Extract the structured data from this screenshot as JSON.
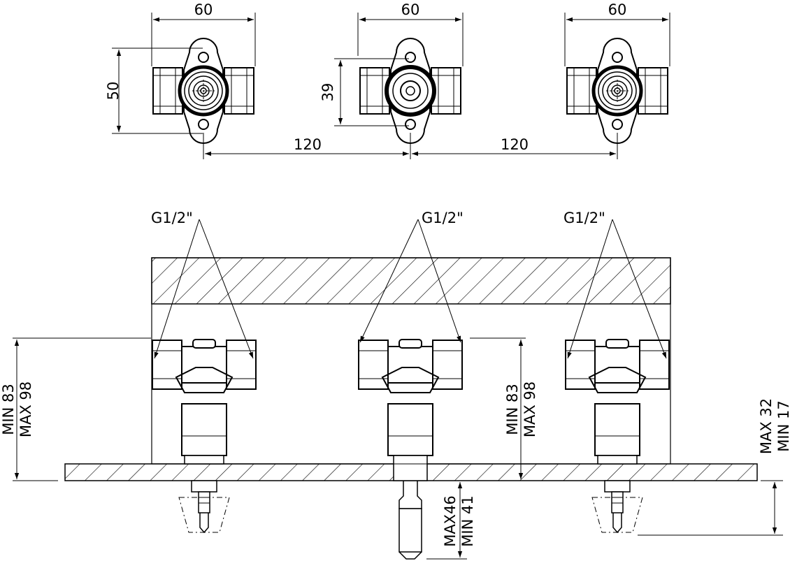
{
  "top_view": {
    "units": [
      {
        "width": "60"
      },
      {
        "width": "60"
      },
      {
        "width": "60"
      }
    ],
    "height_left": "50",
    "height_mid": "39",
    "spacing_1": "120",
    "spacing_2": "120"
  },
  "section_view": {
    "thread_labels": [
      "G1/2\"",
      "G1/2\"",
      "G1/2\""
    ],
    "left_dim": [
      "MIN 83",
      "MAX 98"
    ],
    "mid_dim": [
      "MIN 83",
      "MAX 98"
    ],
    "right_dim": [
      "MAX 32",
      "MIN 17"
    ],
    "bottom_dim": [
      "MAX46",
      "MIN 41"
    ]
  }
}
